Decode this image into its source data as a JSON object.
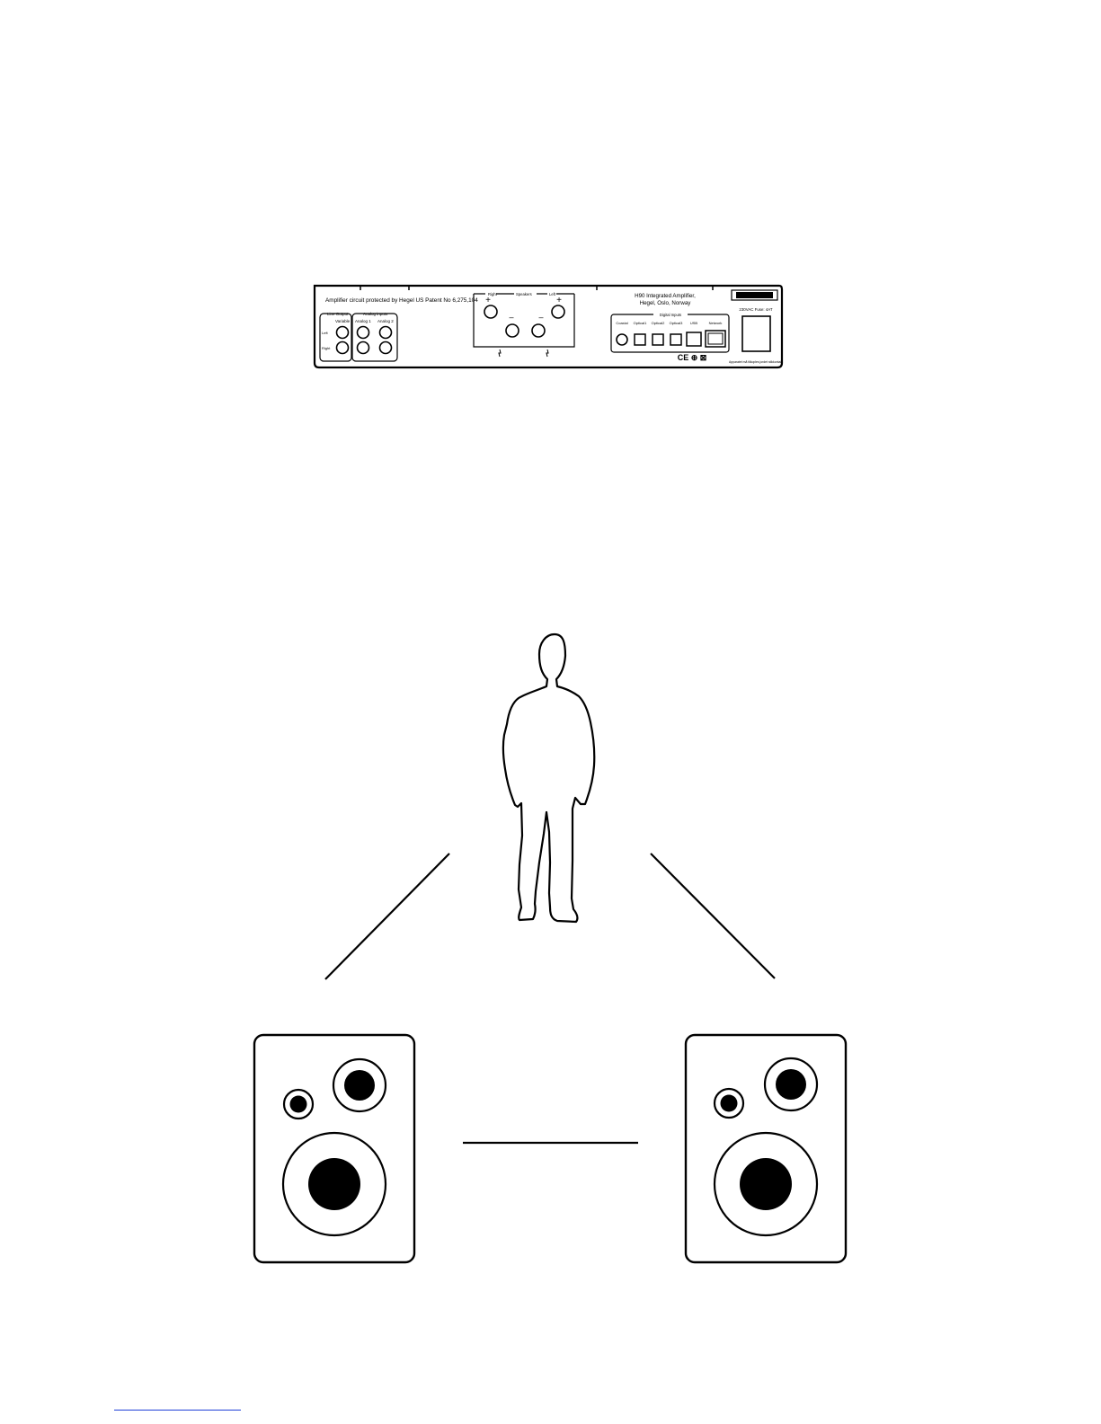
{
  "amplifier": {
    "patent_text": "Amplifier circuit protected by Hegel US Patent No 6,275,104",
    "model_line1": "H90 Integrated Amplifier,",
    "model_line2": "Hegel, Oslo, Norway",
    "line_output": {
      "group_label": "Line Output",
      "variable_label": "Variable",
      "left_label": "Left",
      "right_label": "Right"
    },
    "analog_inputs": {
      "group_label": "Analog inputs",
      "analog1_label": "Analog 1",
      "analog2_label": "Analog 2"
    },
    "speakers": {
      "group_label": "Speakers",
      "right_label": "Right",
      "left_label": "Left",
      "plus_symbol": "+",
      "minus_symbol": "–"
    },
    "digital_inputs": {
      "group_label": "Digital Inputs",
      "labels": [
        "Coaxial",
        "Optical1",
        "Optical2",
        "Optical3",
        "USB",
        "Network"
      ]
    },
    "power": {
      "rating_text": "230VAC   Fuse: 4AT",
      "warning_text": "Apparatet må tilkoples jordet stikkontakt"
    },
    "cert_marks": "CE ⊕ ⊠"
  },
  "colors": {
    "line": "#000000",
    "background": "#ffffff",
    "footer_link": "#1f3fd8"
  },
  "icons": [
    "listener-silhouette-icon",
    "left-speaker-icon",
    "right-speaker-icon"
  ]
}
